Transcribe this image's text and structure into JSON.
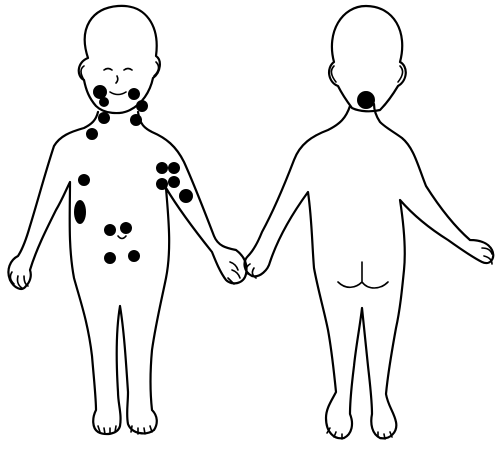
{
  "figure": {
    "views": [
      {
        "id": "front",
        "label": ""
      },
      {
        "id": "back",
        "label": ""
      }
    ],
    "lesion_color": "#000000",
    "line_color": "#000000",
    "background": "#ffffff",
    "front_lesion_regions": [
      "left-jaw",
      "right-jaw",
      "left-neck",
      "right-neck",
      "left-upper-chest",
      "left-chest",
      "left-flank",
      "right-axilla-cluster",
      "abdomen-cluster"
    ],
    "back_lesion_regions": [
      "nape"
    ]
  }
}
